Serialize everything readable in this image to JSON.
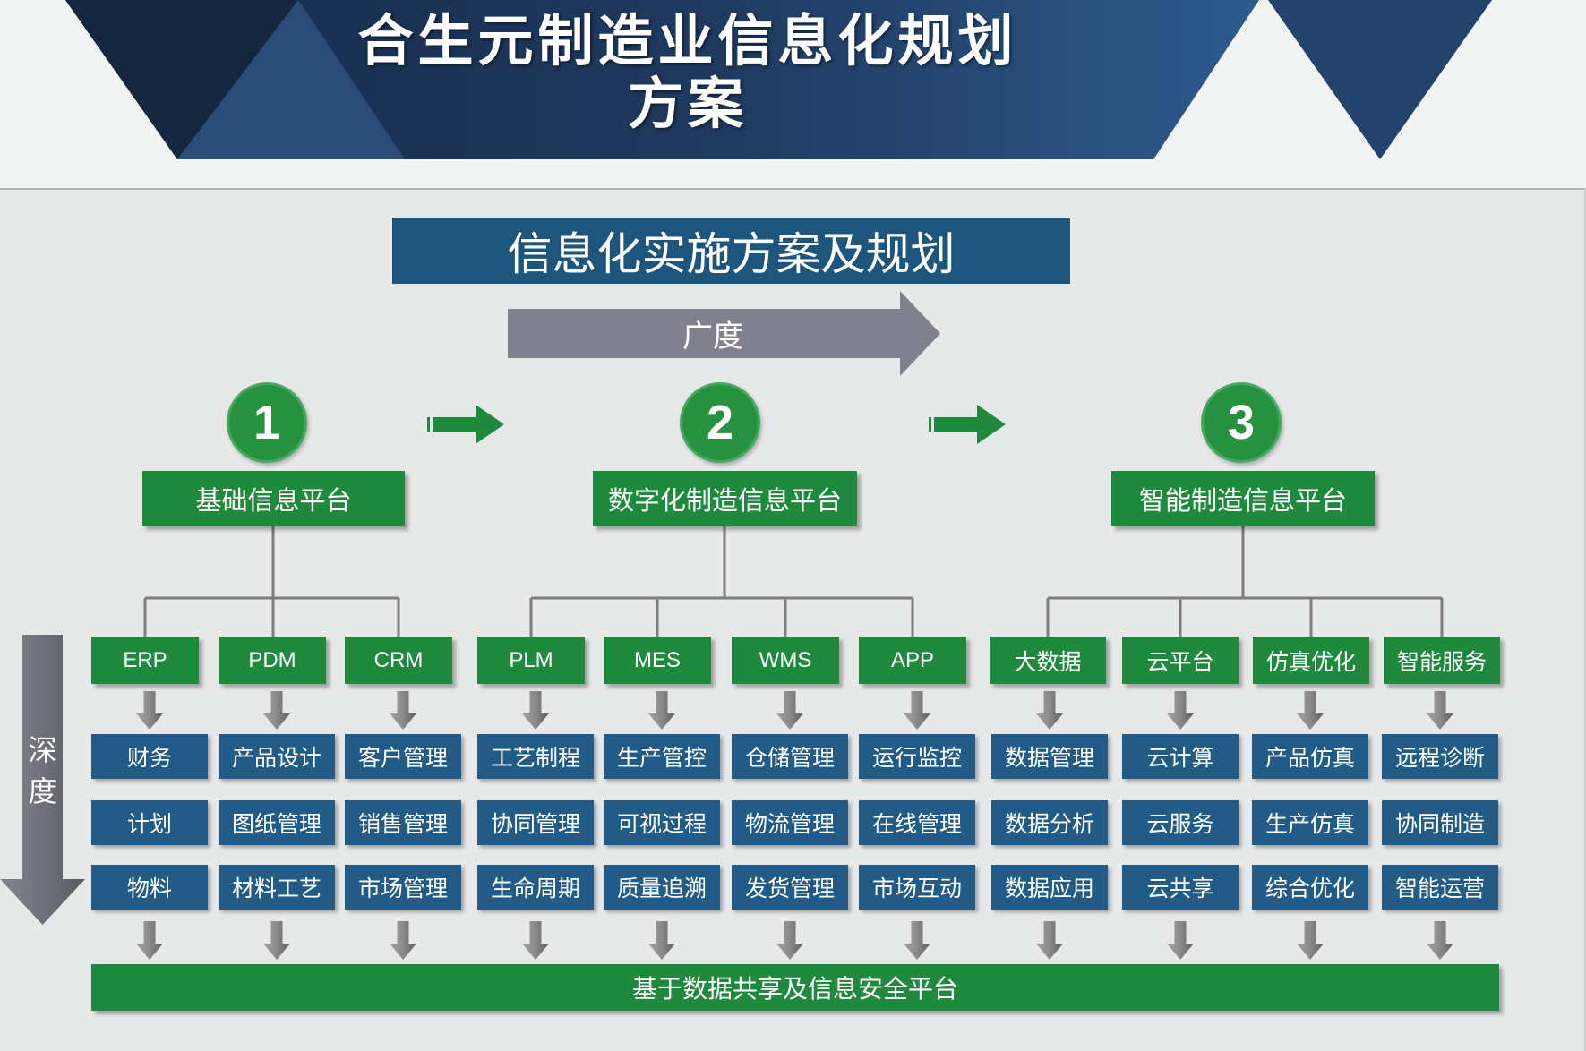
{
  "header": {
    "title_line1": "合生元制造业信息化规划",
    "title_line2": "方案"
  },
  "diagram": {
    "title": "信息化实施方案及规划",
    "breadth_label": "广度",
    "depth_label": "深度",
    "stages": [
      {
        "number": "1",
        "platform": "基础信息平台",
        "modules": [
          {
            "name": "ERP",
            "functions": [
              "财务",
              "计划",
              "物料"
            ]
          },
          {
            "name": "PDM",
            "functions": [
              "产品设计",
              "图纸管理",
              "材料工艺"
            ]
          },
          {
            "name": "CRM",
            "functions": [
              "客户管理",
              "销售管理",
              "市场管理"
            ]
          }
        ]
      },
      {
        "number": "2",
        "platform": "数字化制造信息平台",
        "modules": [
          {
            "name": "PLM",
            "functions": [
              "工艺制程",
              "协同管理",
              "生命周期"
            ]
          },
          {
            "name": "MES",
            "functions": [
              "生产管控",
              "可视过程",
              "质量追溯"
            ]
          },
          {
            "name": "WMS",
            "functions": [
              "仓储管理",
              "物流管理",
              "发货管理"
            ]
          },
          {
            "name": "APP",
            "functions": [
              "运行监控",
              "在线管理",
              "市场互动"
            ]
          }
        ]
      },
      {
        "number": "3",
        "platform": "智能制造信息平台",
        "modules": [
          {
            "name": "大数据",
            "functions": [
              "数据管理",
              "数据分析",
              "数据应用"
            ]
          },
          {
            "name": "云平台",
            "functions": [
              "云计算",
              "云服务",
              "云共享"
            ]
          },
          {
            "name": "仿真优化",
            "functions": [
              "产品仿真",
              "生产仿真",
              "综合优化"
            ]
          },
          {
            "name": "智能服务",
            "functions": [
              "远程诊断",
              "协同制造",
              "智能运营"
            ]
          }
        ]
      }
    ],
    "foundation": "基于数据共享及信息安全平台"
  },
  "colors": {
    "header_navy": "#1f3a60",
    "title_blue": "#1d557c",
    "platform_green": "#1f8a3d",
    "function_blue": "#215b86",
    "arrow_gray": "#80808e",
    "panel_bg": "#e7e8e8"
  }
}
